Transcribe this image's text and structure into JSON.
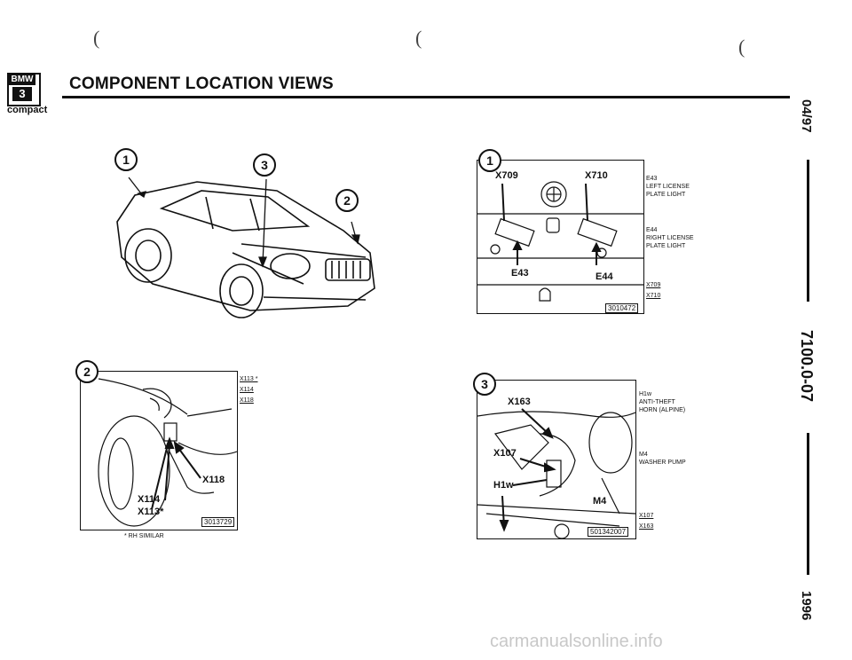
{
  "header": {
    "logo_brand": "BMW",
    "logo_series": "3",
    "logo_sub": "compact",
    "title": "COMPONENT LOCATION VIEWS"
  },
  "side": {
    "date": "04/97",
    "doc_number": "7100.0-07",
    "year": "1996"
  },
  "overview": {
    "callouts": [
      "1",
      "2",
      "3"
    ]
  },
  "view1": {
    "badge": "1",
    "labels": {
      "x709": "X709",
      "x710": "X710",
      "e43": "E43",
      "e44": "E44"
    },
    "legend": [
      {
        "code": "E43",
        "desc_1": "LEFT LICENSE",
        "desc_2": "PLATE LIGHT"
      },
      {
        "code": "E44",
        "desc_1": "RIGHT LICENSE",
        "desc_2": "PLATE LIGHT"
      }
    ],
    "refs": [
      "X709",
      "X710"
    ],
    "fig_number": "3010472"
  },
  "view2": {
    "badge": "2",
    "labels": {
      "x118": "X118",
      "x114": "X114",
      "x113": "X113*"
    },
    "refs": [
      "X113 *",
      "X114",
      "X118"
    ],
    "footnote": "* RH SIMILAR",
    "fig_number": "3013729"
  },
  "view3": {
    "badge": "3",
    "labels": {
      "x163": "X163",
      "x107": "X107",
      "h1w": "H1w",
      "m4": "M4"
    },
    "legend": [
      {
        "code": "H1w",
        "desc_1": "ANTI-THEFT",
        "desc_2": "HORN (ALPINE)"
      },
      {
        "code": "M4",
        "desc_1": "WASHER PUMP",
        "desc_2": ""
      }
    ],
    "refs": [
      "X107",
      "X163"
    ],
    "fig_number": "501342007"
  },
  "watermark": "carmanualsonline.info"
}
